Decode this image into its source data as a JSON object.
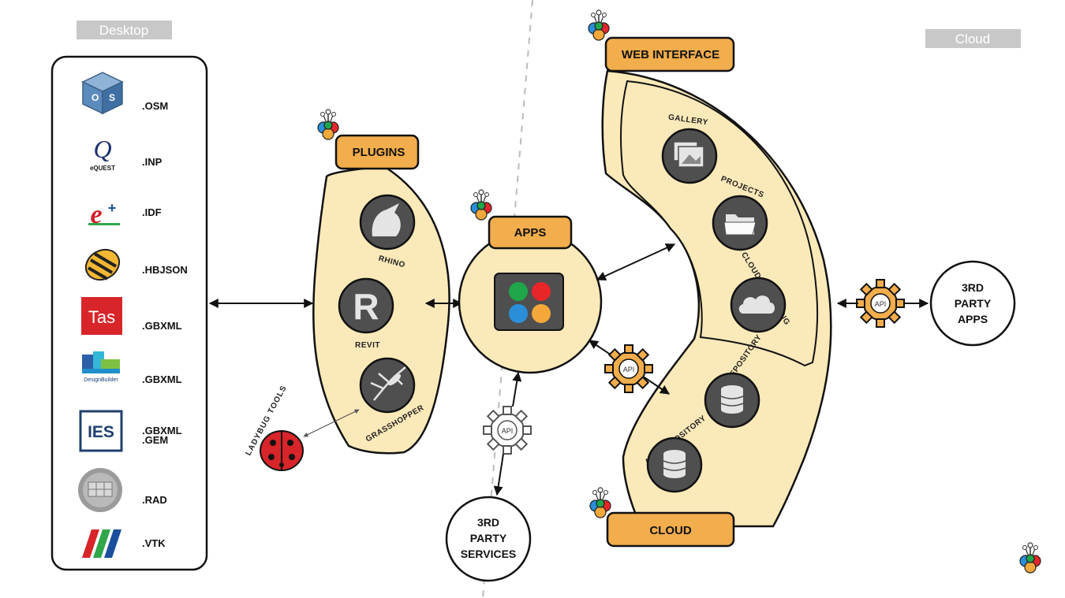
{
  "labels": {
    "desktop": "Desktop",
    "cloud_region": "Cloud"
  },
  "formats": [
    {
      "ext": ".OSM",
      "icon": "openstudio-icon"
    },
    {
      "ext": ".INP",
      "icon": "equest-icon",
      "icon_text": "eQUEST"
    },
    {
      "ext": ".IDF",
      "icon": "energyplus-icon"
    },
    {
      "ext": ".HBJSON",
      "icon": "honeybee-icon"
    },
    {
      "ext": ".GBXML",
      "icon": "tas-icon",
      "icon_text": "Tas"
    },
    {
      "ext": ".GBXML",
      "icon": "designbuilder-icon",
      "icon_text": "DesignBuilder"
    },
    {
      "ext": ".GBXML\n.GEM",
      "icon": "ies-icon",
      "icon_text": "IES"
    },
    {
      "ext": ".RAD",
      "icon": "radiance-icon"
    },
    {
      "ext": ".VTK",
      "icon": "paraview-icon"
    }
  ],
  "plugins": {
    "title": "PLUGINS",
    "items": [
      "RHINO",
      "REVIT",
      "GRASSHOPPER"
    ],
    "revit_glyph": "R"
  },
  "apps": {
    "title": "APPS"
  },
  "web": {
    "title": "WEB INTERFACE",
    "items": [
      "GALLERY",
      "PROJECTS",
      "CLOUD COMPUTING"
    ]
  },
  "cloud": {
    "title": "CLOUD",
    "items": [
      "RECIPE REPOSITORY",
      "APP REPOSITORY"
    ]
  },
  "api_label": "API",
  "third_party_apps": [
    "3RD",
    "PARTY",
    "APPS"
  ],
  "third_party_services": [
    "3RD",
    "PARTY",
    "SERVICES"
  ],
  "ladybug": "LADYBUG TOOLS",
  "colors": {
    "panel": "#fbe9b9",
    "tab": "#f2ad4c",
    "icon_circle": "#4f4f4f",
    "gear": "#f2ad4c",
    "app_red": "#e8262a",
    "app_green": "#1fa64a",
    "app_blue": "#2a8fd8",
    "app_orange": "#f4a83a"
  }
}
